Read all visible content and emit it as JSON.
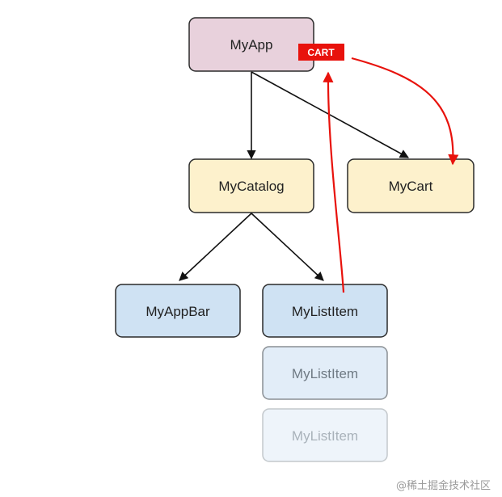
{
  "nodes": {
    "myapp": "MyApp",
    "mycatalog": "MyCatalog",
    "mycart": "MyCart",
    "myappbar": "MyAppBar",
    "mylistitem_1": "MyListItem",
    "mylistitem_2": "MyListItem",
    "mylistitem_3": "MyListItem"
  },
  "cart_tag": "CART",
  "watermark": "@稀土掘金技术社区",
  "colors": {
    "myapp_fill": "#e8d1dc",
    "catalog_fill": "#fdf1cc",
    "list_fill": "#cfe2f3",
    "list_fill_faded": "#e2edf8",
    "cart_tag": "#e8120c",
    "edge": "#111111",
    "flow_arrow": "#e8120c"
  }
}
